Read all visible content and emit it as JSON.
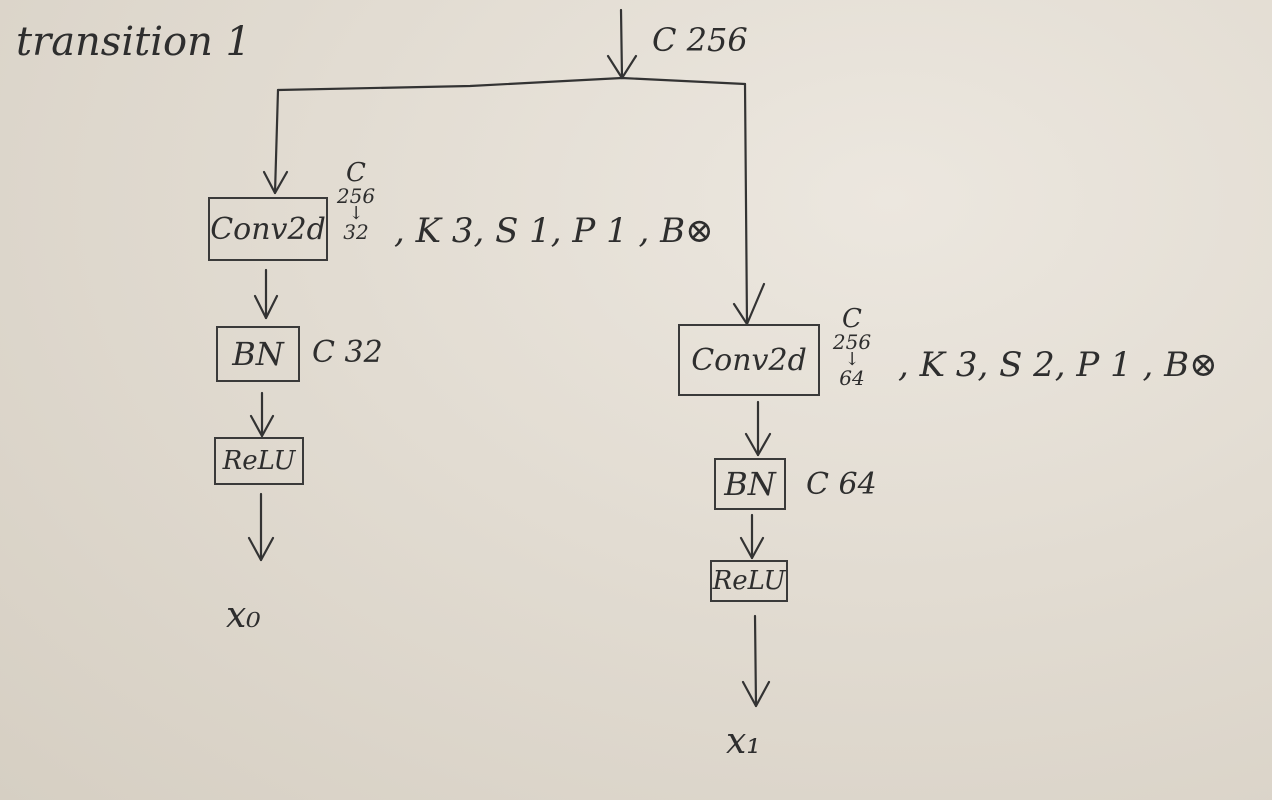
{
  "title": "transition 1",
  "input": {
    "label": "C 256"
  },
  "branches": [
    {
      "conv": {
        "label": "Conv2d",
        "channels": {
          "c": "C",
          "from": "256",
          "arrow": "↓",
          "to": "32"
        },
        "params": ", K 3,  S 1, P 1 , B⊗"
      },
      "bn": {
        "label": "BN",
        "channels": "C 32"
      },
      "relu": {
        "label": "ReLU"
      },
      "output": {
        "label": "x₀"
      }
    },
    {
      "conv": {
        "label": "Conv2d",
        "channels": {
          "c": "C",
          "from": "256",
          "arrow": "↓",
          "to": "64"
        },
        "params": ", K 3,    S 2, P 1 , B⊗"
      },
      "bn": {
        "label": "BN",
        "channels": "C 64"
      },
      "relu": {
        "label": "ReLU"
      },
      "output": {
        "label": "x₁"
      }
    }
  ],
  "colors": {
    "ink": "#2e2e2e",
    "paper": "#e2dcd2"
  }
}
